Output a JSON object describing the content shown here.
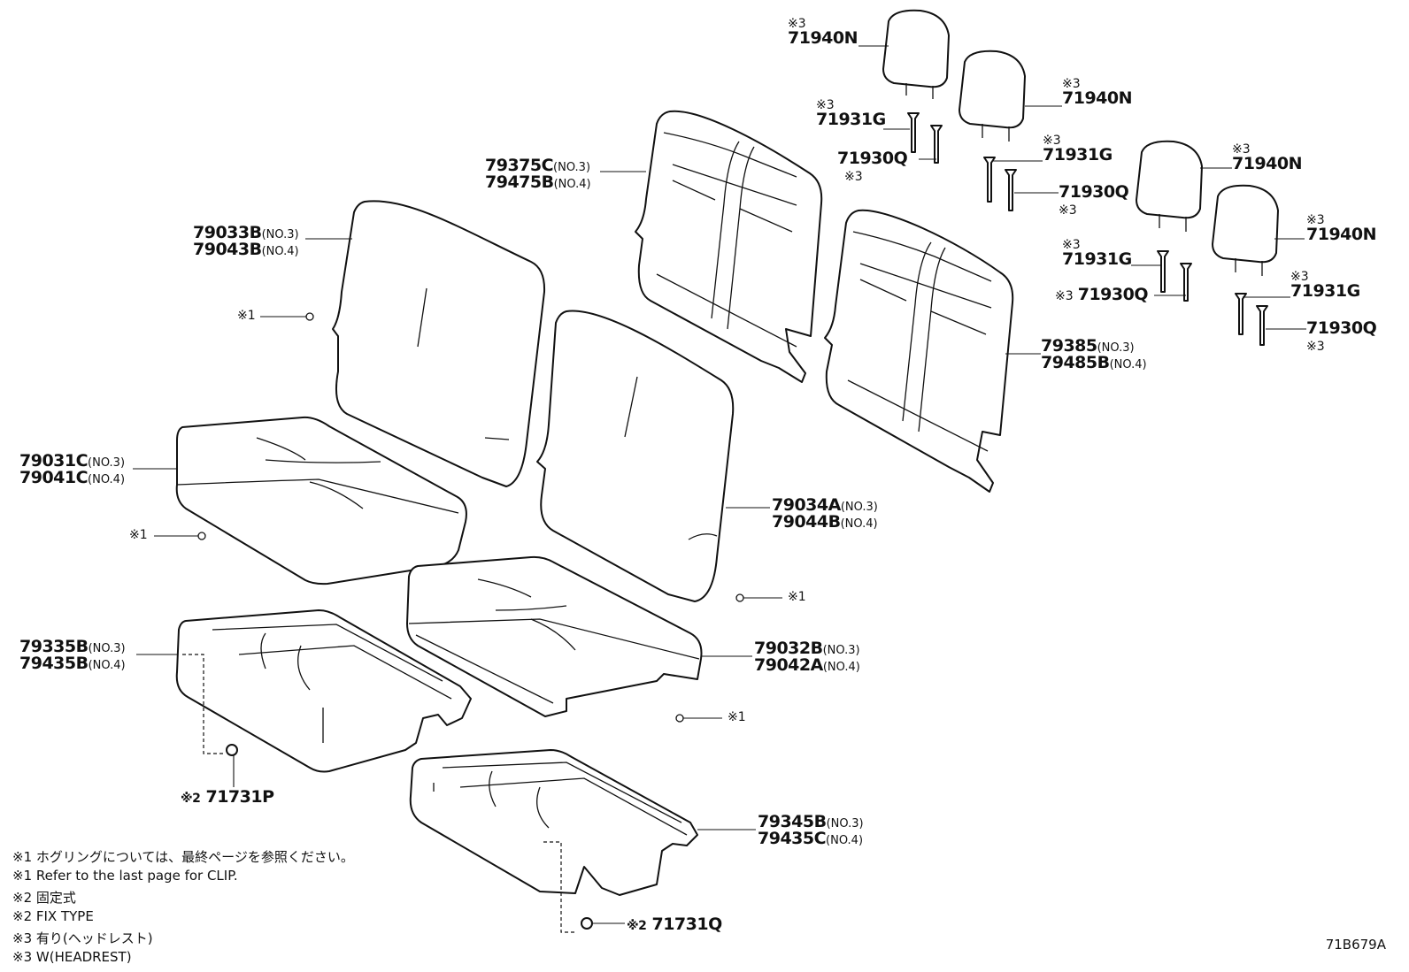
{
  "parts": {
    "p79033B": {
      "no3": "79033B",
      "no3_sub": "(NO.3)",
      "no4": "79043B",
      "no4_sub": "(NO.4)"
    },
    "p79031C": {
      "no3": "79031C",
      "no3_sub": "(NO.3)",
      "no4": "79041C",
      "no4_sub": "(NO.4)"
    },
    "p79375C": {
      "no3": "79375C",
      "no3_sub": "(NO.3)",
      "no4": "79475B",
      "no4_sub": "(NO.4)"
    },
    "p79385": {
      "no3": "79385",
      "no3_sub": "(NO.3)",
      "no4": "79485B",
      "no4_sub": "(NO.4)"
    },
    "p79034A": {
      "no3": "79034A",
      "no3_sub": "(NO.3)",
      "no4": "79044B",
      "no4_sub": "(NO.4)"
    },
    "p79032B": {
      "no3": "79032B",
      "no3_sub": "(NO.3)",
      "no4": "79042A",
      "no4_sub": "(NO.4)"
    },
    "p79335B": {
      "no3": "79335B",
      "no3_sub": "(NO.3)",
      "no4": "79435B",
      "no4_sub": "(NO.4)"
    },
    "p79345B": {
      "no3": "79345B",
      "no3_sub": "(NO.3)",
      "no4": "79435C",
      "no4_sub": "(NO.4)"
    },
    "p71731P": {
      "mark": "※2",
      "code": "71731P"
    },
    "p71731Q": {
      "mark": "※2",
      "code": "71731Q"
    }
  },
  "headrest_parts": {
    "h1": {
      "mark": "※3",
      "code": "71940N"
    },
    "h2": {
      "mark": "※3",
      "code": "71940N"
    },
    "h3": {
      "mark": "※3",
      "code": "71940N"
    },
    "h4": {
      "mark": "※3",
      "code": "71940N"
    },
    "g1": {
      "mark": "※3",
      "code": "71931G"
    },
    "g2": {
      "mark": "※3",
      "code": "71931G"
    },
    "g3": {
      "mark": "※3",
      "code": "71931G"
    },
    "g4": {
      "mark": "※3",
      "code": "71931G"
    },
    "q1": {
      "mark": "※3",
      "code": "71930Q"
    },
    "q2": {
      "mark": "※3",
      "code": "71930Q"
    },
    "q3": {
      "mark": "※3",
      "code": "71930Q"
    },
    "q4": {
      "mark": "※3",
      "code": "71930Q"
    }
  },
  "clip_mark": "※1",
  "notes": [
    "※1 ホグリングについては、最終ページを参照ください。",
    "※1 Refer to the last page for CLIP.",
    "※2 固定式",
    "※2 FIX TYPE",
    "※3 有り(ヘッドレスト)",
    "※3 W(HEADREST)"
  ],
  "diagram_code": "71B679A"
}
